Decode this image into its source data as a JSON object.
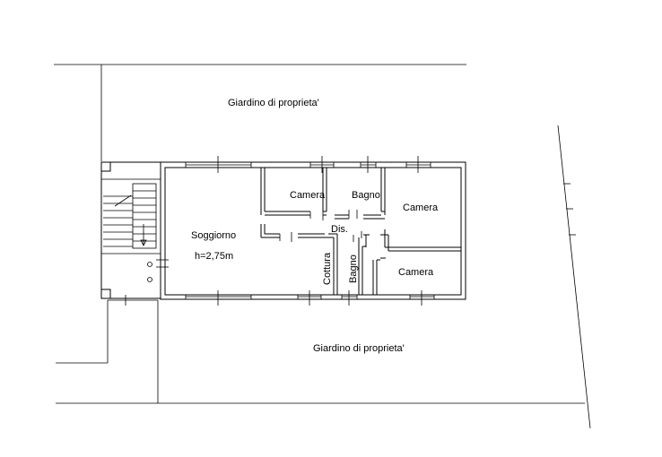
{
  "labels": {
    "garden_top": "Giardino di proprieta'",
    "garden_bottom": "Giardino di proprieta'",
    "soggiorno": "Soggiorno",
    "height": "h=2,75m",
    "camera_1": "Camera",
    "camera_2": "Camera",
    "camera_3": "Camera",
    "bagno_1": "Bagno",
    "bagno_2": "Bagno",
    "dis": "Dis.",
    "cottura": "Cottura"
  }
}
